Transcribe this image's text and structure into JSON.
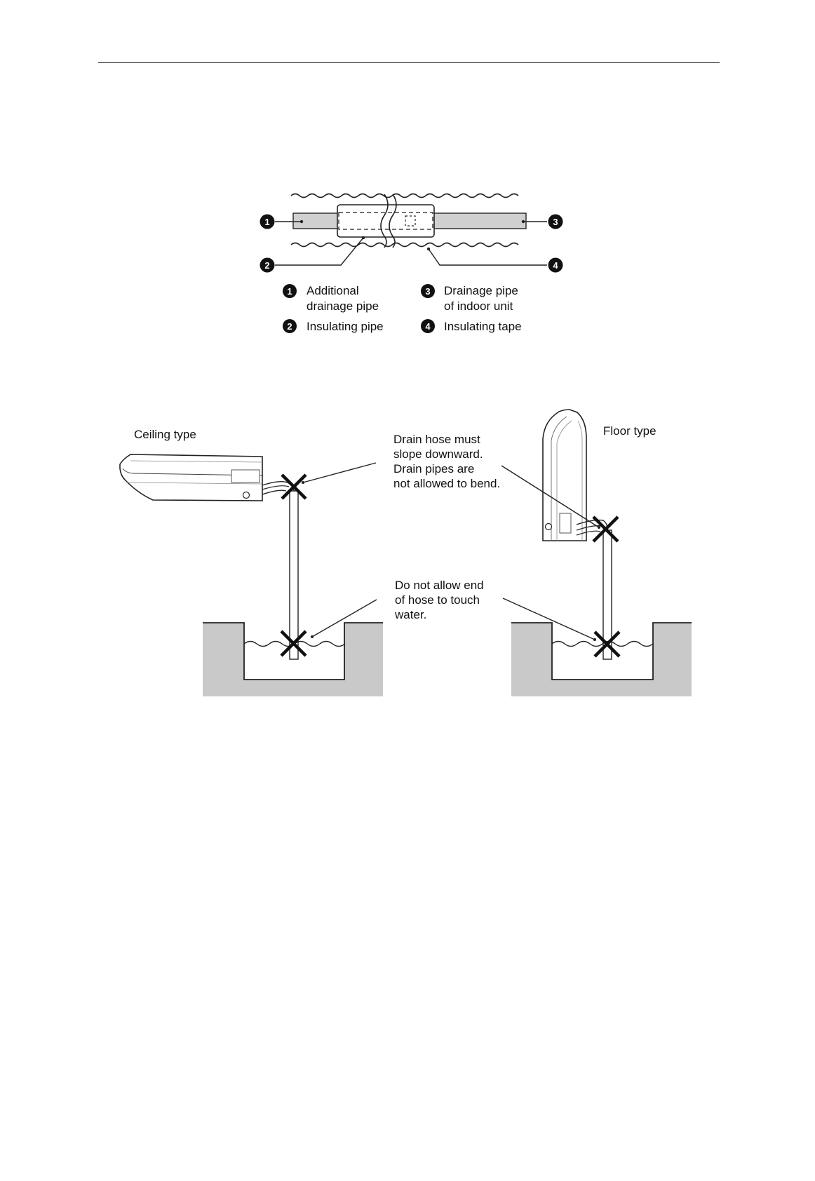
{
  "pipe_diagram": {
    "markers": [
      "1",
      "2",
      "3",
      "4"
    ],
    "legend": [
      {
        "number": "1",
        "line1": "Additional",
        "line2": "drainage pipe"
      },
      {
        "number": "3",
        "line1": "Drainage pipe",
        "line2": "of indoor unit"
      },
      {
        "number": "2",
        "line1": "Insulating pipe",
        "line2": ""
      },
      {
        "number": "4",
        "line1": "Insulating tape",
        "line2": ""
      }
    ]
  },
  "drain_diagram": {
    "ceiling_label": "Ceiling type",
    "floor_label": "Floor type",
    "slope_note": [
      "Drain hose must",
      "slope downward.",
      "Drain pipes are",
      "not allowed to bend."
    ],
    "water_note": [
      "Do not allow end",
      "of hose to touch",
      "water."
    ]
  }
}
